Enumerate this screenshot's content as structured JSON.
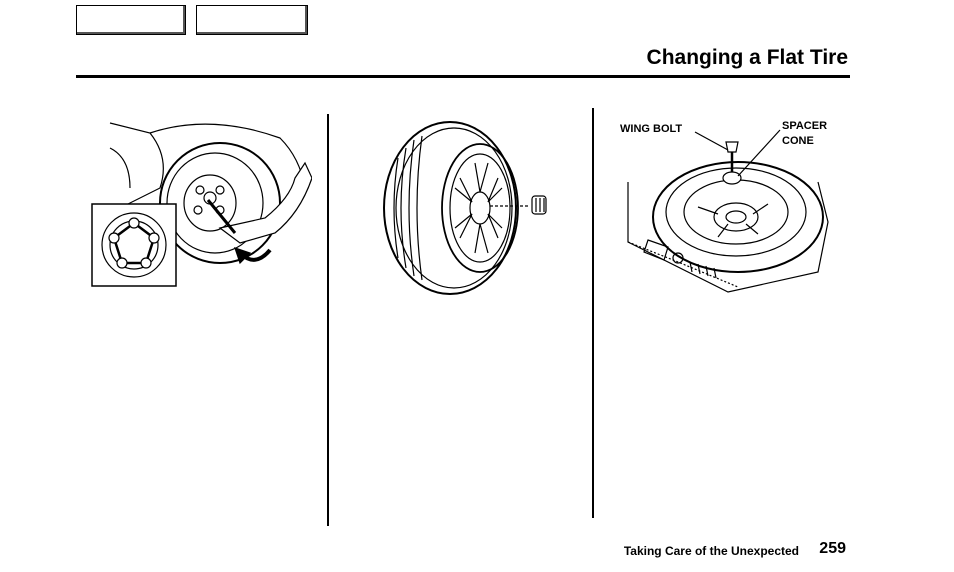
{
  "header": {
    "title": "Changing a Flat Tire",
    "nav_buttons": [
      "",
      ""
    ]
  },
  "figures": {
    "wheel_removal": {
      "icon": "lug-nut-wrench-illustration"
    },
    "spare_tire": {
      "icon": "spare-tire-illustration"
    },
    "trunk_spare": {
      "icon": "trunk-spare-illustration",
      "labels": {
        "wing_bolt": "WING BOLT",
        "spacer_cone_line1": "SPACER",
        "spacer_cone_line2": "CONE"
      }
    }
  },
  "footer": {
    "section": "Taking Care of the Unexpected",
    "page_number": "259"
  }
}
